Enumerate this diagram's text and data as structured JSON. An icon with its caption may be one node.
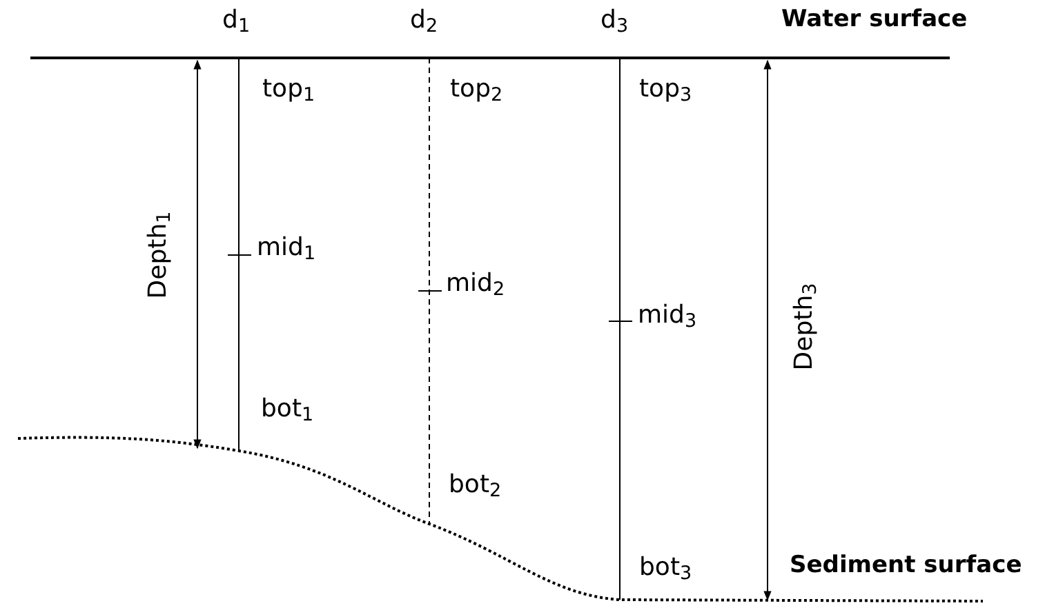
{
  "diagram": {
    "labels": [
      "d$_{1}$",
      "d$_{2}$",
      "d$_{3}$",
      "Water surface",
      "top$_{1}$",
      "top$_{2}$",
      "top$_{3}$",
      "Depth$_{1}$",
      "mid$_{1}$",
      "mid$_{2}$",
      "mid$_{3}$",
      "Depth$_{3}$",
      "bot$_{1}$",
      "bot$_{2}$",
      "bot$_{3}$",
      "Sediment surface"
    ]
  }
}
